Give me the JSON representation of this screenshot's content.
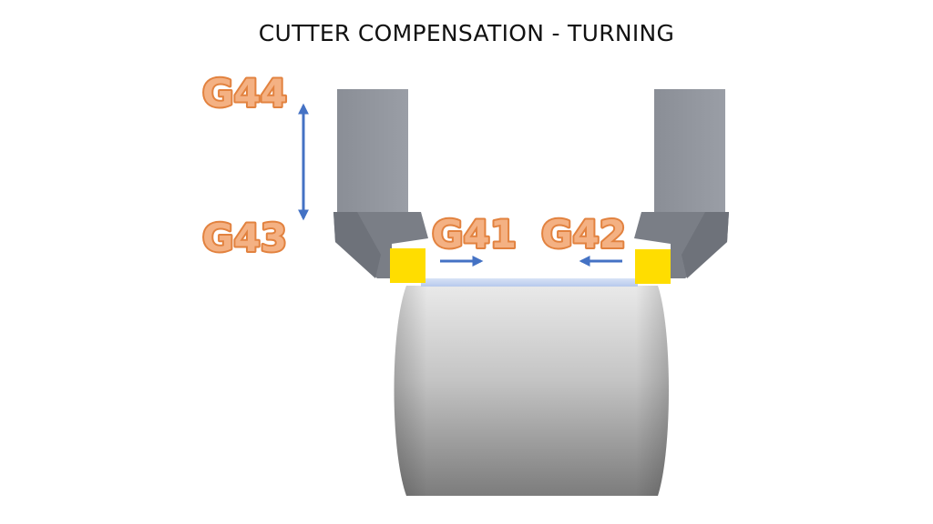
{
  "title": "CUTTER COMPENSATION - TURNING",
  "labels": {
    "g44": "G44",
    "g43": "G43",
    "g41": "G41",
    "g42": "G42"
  },
  "colors": {
    "label_fill": "#f4b183",
    "label_outline": "#e2823f",
    "arrow": "#4472c4",
    "tool_shank": "#8c9098",
    "tool_head": "#7a7e86",
    "insert": "#ffdd00",
    "workpiece": "#9a9a9a",
    "cut_line": "#c9d7f2"
  }
}
